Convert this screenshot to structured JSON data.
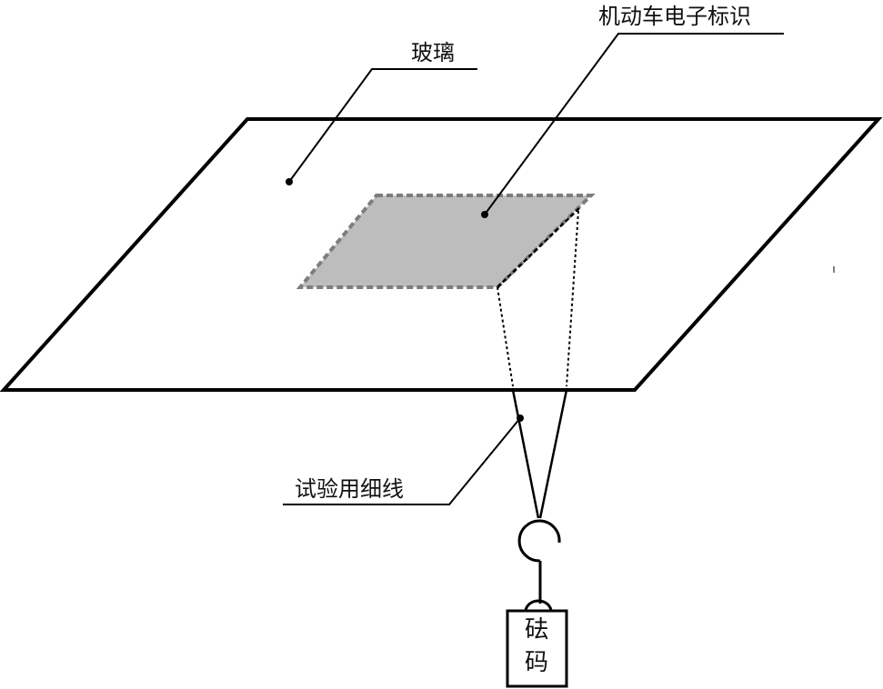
{
  "labels": {
    "glass": "玻璃",
    "tag": "机动车电子标识",
    "thread": "试验用细线",
    "weight_char_1": "砝",
    "weight_char_2": "码"
  },
  "colors": {
    "outline": "#000000",
    "tag_fill": "#bdbdbd",
    "tag_border": "#7d7d7d"
  }
}
